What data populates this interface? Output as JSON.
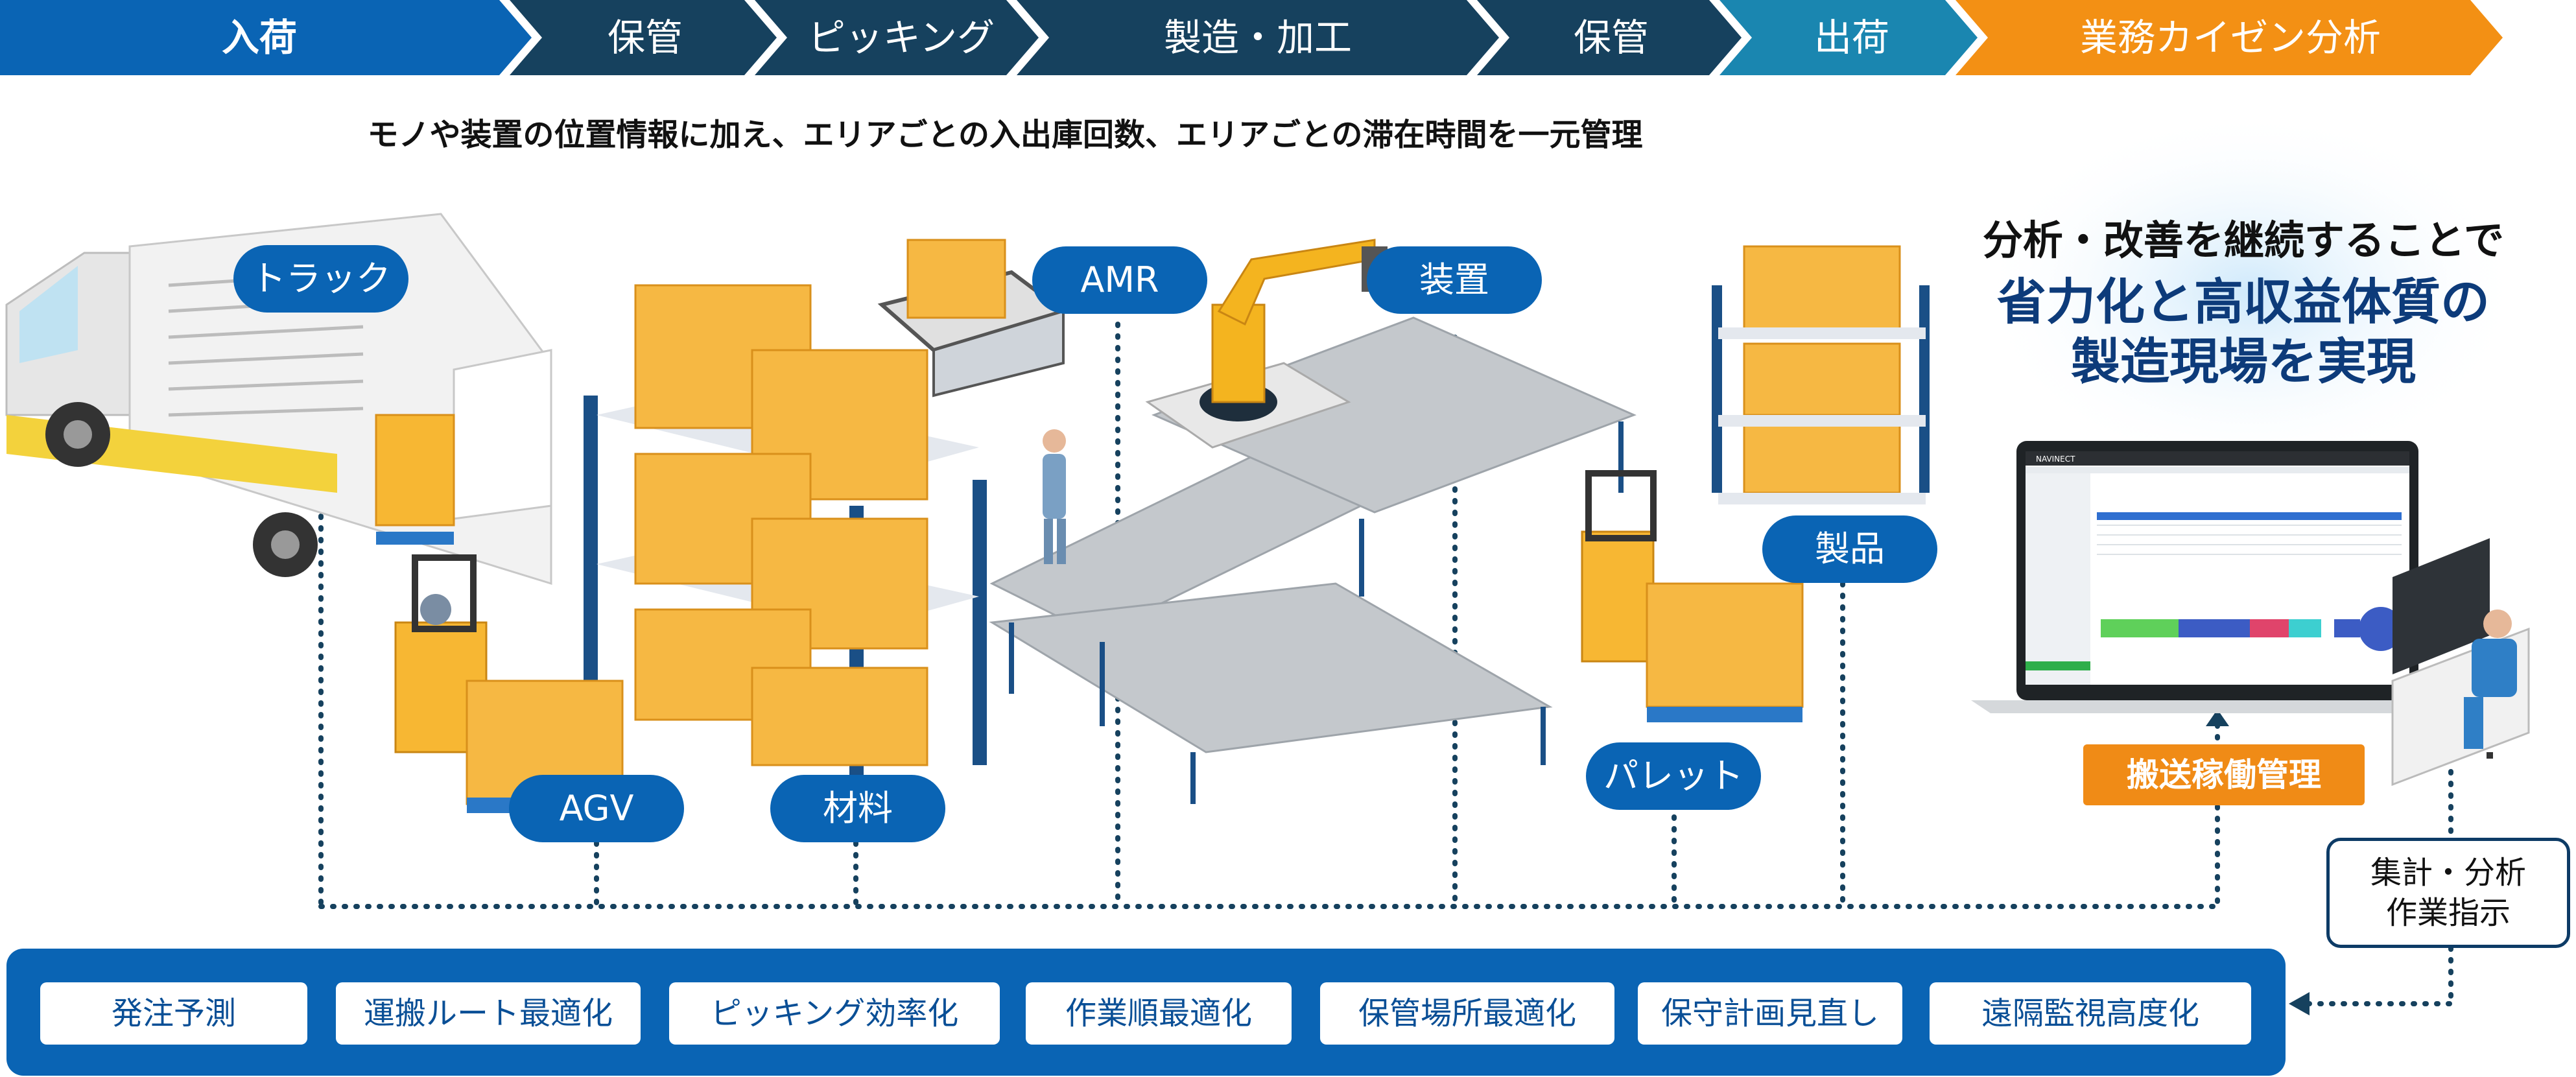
{
  "process_stages": [
    "入荷",
    "保管",
    "ピッキング",
    "製造・加工",
    "保管",
    "出荷",
    "業務カイゼン分析"
  ],
  "subtitle": "モノや装置の位置情報に加え、エリアごとの入出庫回数、エリアごとの滞在時間を一元管理",
  "labels": {
    "truck": "トラック",
    "agv": "AGV",
    "material": "材料",
    "amr": "AMR",
    "device": "装置",
    "product": "製品",
    "pallet": "パレット"
  },
  "headline": {
    "line1": "分析・改善を継続することで",
    "line2": "省力化と高収益体質の",
    "line3": "製造現場を実現"
  },
  "monitor": {
    "brand": "NAVINECT"
  },
  "management_label": "搬送稼働管理",
  "analysis_box": {
    "line1": "集計・分析",
    "line2": "作業指示"
  },
  "optimizations": [
    "発注予測",
    "運搬ルート最適化",
    "ピッキング効率化",
    "作業順最適化",
    "保管場所最適化",
    "保守計画見直し",
    "遠隔監視高度化"
  ],
  "colors": {
    "primary_blue": "#0a64b4",
    "dark_navy": "#16415e",
    "teal": "#1a86b0",
    "orange": "#f39014",
    "headline_navy": "#0d3b7a"
  }
}
